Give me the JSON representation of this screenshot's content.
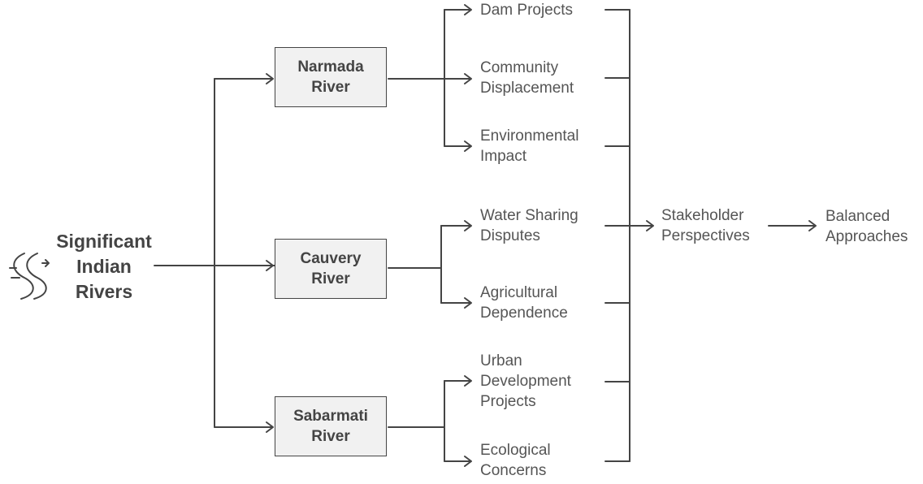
{
  "root": {
    "lines": [
      "Significant",
      "Indian",
      "Rivers"
    ],
    "icon": "river-icon"
  },
  "rivers": [
    {
      "id": "narmada",
      "lines": [
        "Narmada",
        "River"
      ],
      "issues": [
        {
          "lines": [
            "Dam Projects"
          ]
        },
        {
          "lines": [
            "Community",
            "Displacement"
          ]
        },
        {
          "lines": [
            "Environmental",
            "Impact"
          ]
        }
      ]
    },
    {
      "id": "cauvery",
      "lines": [
        "Cauvery",
        "River"
      ],
      "issues": [
        {
          "lines": [
            "Water Sharing",
            "Disputes"
          ]
        },
        {
          "lines": [
            "Agricultural",
            "Dependence"
          ]
        }
      ]
    },
    {
      "id": "sabarmati",
      "lines": [
        "Sabarmati",
        "River"
      ],
      "issues": [
        {
          "lines": [
            "Urban",
            "Development",
            "Projects"
          ]
        },
        {
          "lines": [
            "Ecological",
            "Concerns"
          ]
        }
      ]
    }
  ],
  "convergence": {
    "lines": [
      "Stakeholder",
      "Perspectives"
    ]
  },
  "outcome": {
    "lines": [
      "Balanced",
      "Approaches"
    ]
  },
  "colors": {
    "line": "#444444",
    "box_fill": "#f1f1f1",
    "text": "#444444",
    "leaf_text": "#555555"
  }
}
